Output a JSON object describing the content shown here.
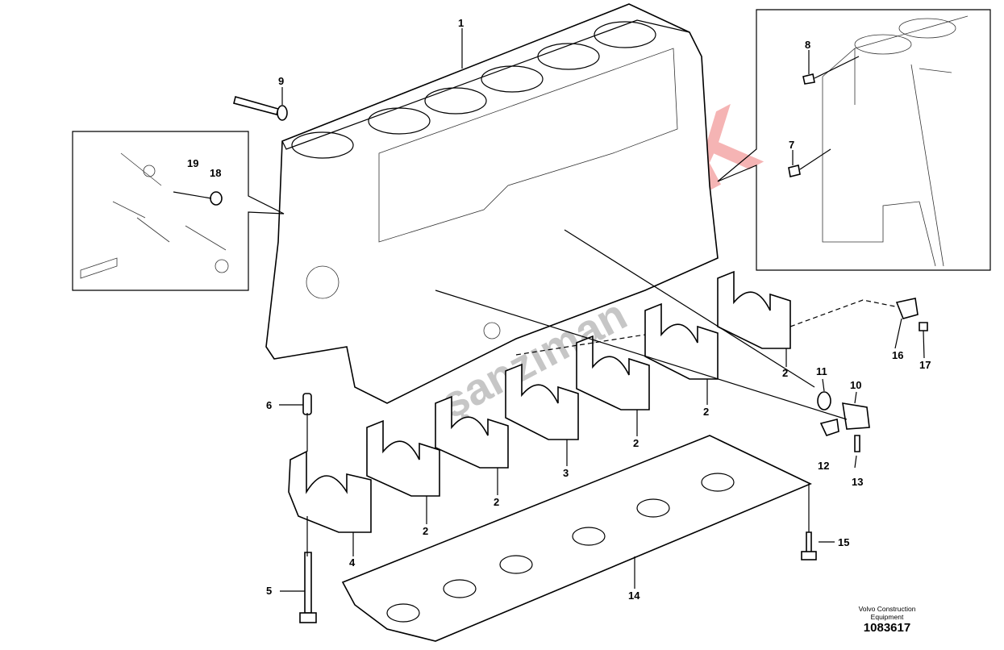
{
  "diagram": {
    "title": "Cylinder block",
    "publisher_line1": "Volvo Construction",
    "publisher_line2": "Equipment",
    "drawing_number": "1083617",
    "watermark": "VOLTORK şanzıman",
    "callouts": [
      "1",
      "9",
      "19",
      "18",
      "8",
      "7",
      "6",
      "5",
      "4",
      "2",
      "2",
      "3",
      "2",
      "2",
      "2",
      "11",
      "10",
      "12",
      "13",
      "16",
      "17",
      "15",
      "14"
    ]
  }
}
